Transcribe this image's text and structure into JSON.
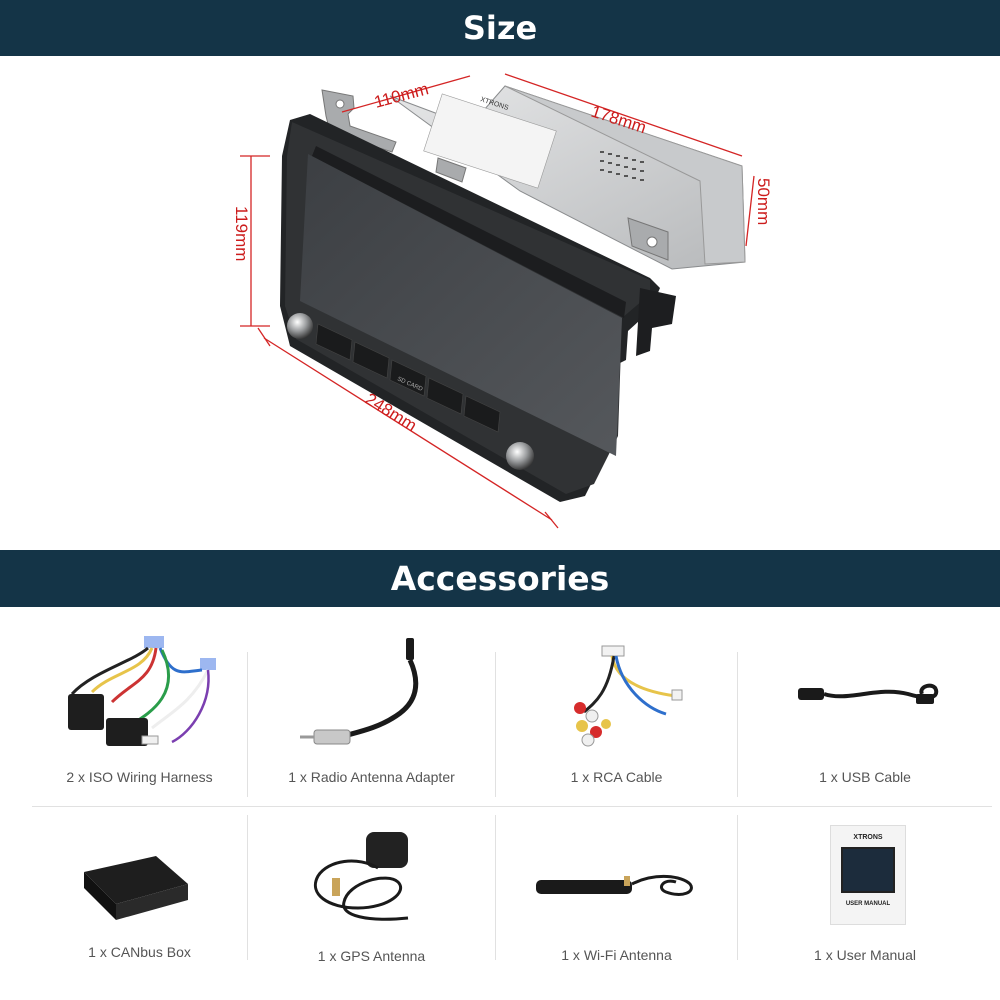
{
  "banners": {
    "size": "Size",
    "accessories": "Accessories"
  },
  "dimensions": {
    "depth": "110mm",
    "length": "178mm",
    "height_back": "50mm",
    "height_front": "119mm",
    "width": "248mm"
  },
  "device": {
    "brand": "XTRONS",
    "sd_label": "SD CARD"
  },
  "accessories": [
    {
      "label": "2 x ISO Wiring Harness",
      "icon": "wiring-harness-icon"
    },
    {
      "label": "1 x Radio Antenna Adapter",
      "icon": "antenna-adapter-icon"
    },
    {
      "label": "1 x RCA Cable",
      "icon": "rca-cable-icon"
    },
    {
      "label": "1 x USB Cable",
      "icon": "usb-cable-icon"
    },
    {
      "label": "1 x CANbus Box",
      "icon": "canbus-box-icon"
    },
    {
      "label": "1 x GPS Antenna",
      "icon": "gps-antenna-icon"
    },
    {
      "label": "1 x Wi-Fi Antenna",
      "icon": "wifi-antenna-icon"
    },
    {
      "label": "1 x User Manual",
      "icon": "user-manual-icon"
    }
  ],
  "manual": {
    "brand": "XTRONS",
    "title": "USER MANUAL"
  },
  "colors": {
    "banner": "#143447",
    "dimension": "#cc1c1c",
    "caption": "#555555"
  }
}
